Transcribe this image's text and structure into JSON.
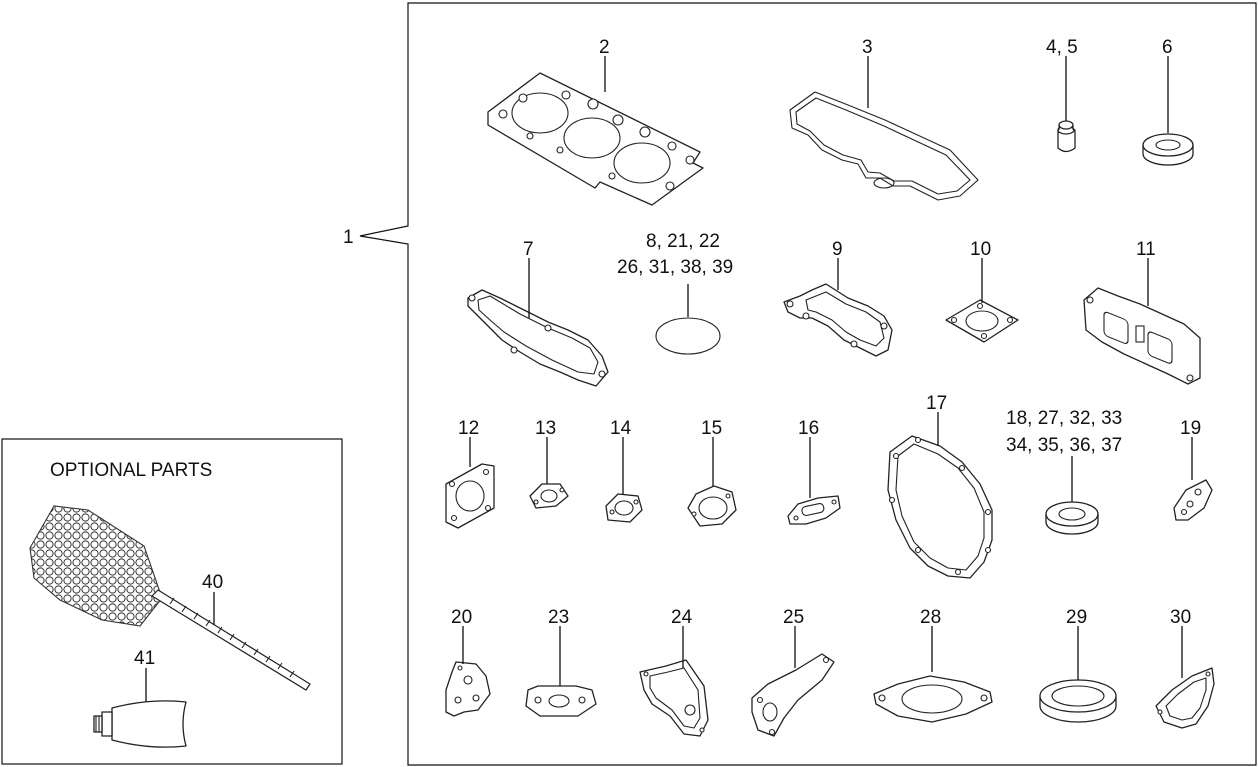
{
  "optional_parts": {
    "title": "OPTIONAL  PARTS"
  },
  "callouts": {
    "assembly": "1",
    "p2": "2",
    "p3": "3",
    "p4_5": "4, 5",
    "p6": "6",
    "p7": "7",
    "p8_line1": "8,  21,  22",
    "p8_line2": "26,  31,  38,  39",
    "p9": "9",
    "p10": "10",
    "p11": "11",
    "p12": "12",
    "p13": "13",
    "p14": "14",
    "p15": "15",
    "p16": "16",
    "p17": "17",
    "p18_line1": "18,  27,  32,  33",
    "p18_line2": "34,  35,  36,  37",
    "p19": "19",
    "p20": "20",
    "p23": "23",
    "p24": "24",
    "p25": "25",
    "p28": "28",
    "p29": "29",
    "p30": "30",
    "p40": "40",
    "p41": "41"
  }
}
